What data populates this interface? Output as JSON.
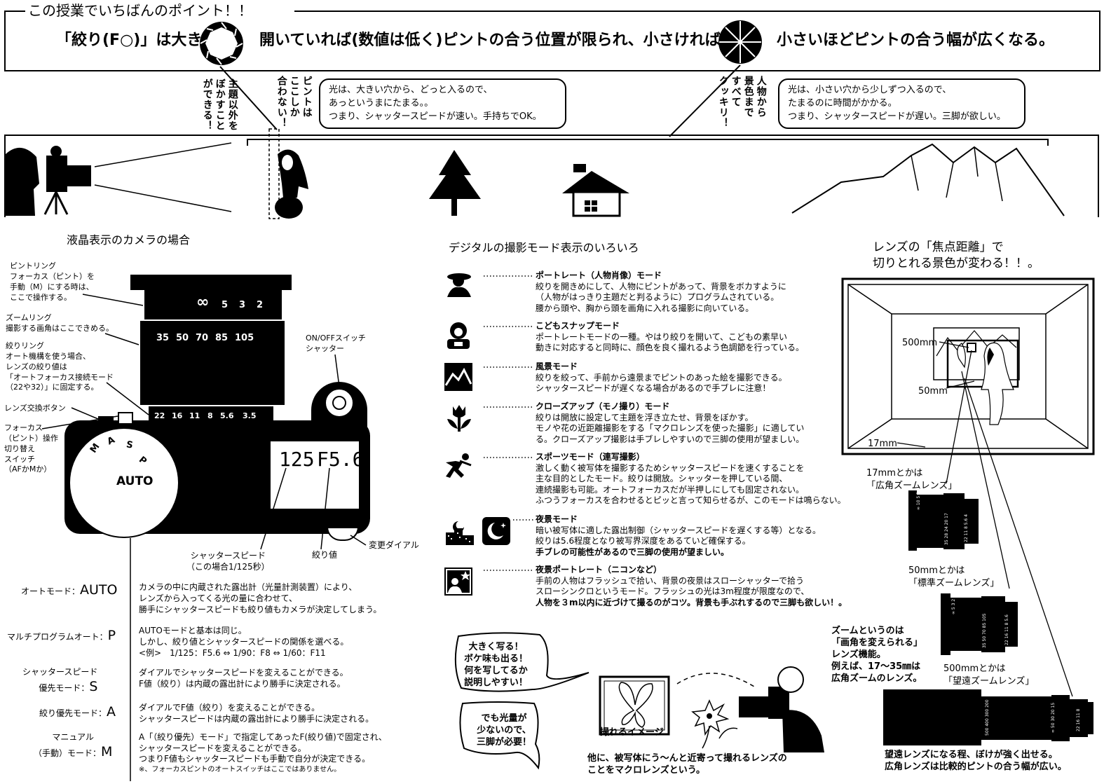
{
  "header": {
    "title": "この授業でいちばんのポイント！！",
    "main_a": "「絞り(F○)」は大きく",
    "main_b": "開いていれば(数値は低く)ピントの合う位置が限られ、小さければ",
    "main_c": "小さいほどピントの合う幅が広くなる。"
  },
  "vertical_notes": {
    "v1": "主題以外を",
    "v2": "ぼかすこと",
    "v3": "ができる！",
    "v4": "ピントは",
    "v5": "ここしか",
    "v6": "合わない！",
    "v7": "人物から",
    "v8": "景色まで",
    "v9": "すべて",
    "v10": "クッキリ！"
  },
  "bubbles": {
    "left": [
      "光は、大きい穴から、どっと入るので、",
      "あっというまにたまる。。",
      "つまり、シャッタースピードが速い。手持ちでOK。"
    ],
    "right": [
      "光は、小さい穴から少しずつ入るので、",
      "たまるのに時間がかかる。",
      "つまり、シャッタースピードが遅い。三脚が欲しい。"
    ]
  },
  "camera": {
    "heading": "液晶表示のカメラの場合",
    "focus_ring": [
      "ピントリング",
      "フォーカス（ピント）を",
      "手動（M）にする時は、",
      "ここで操作する。"
    ],
    "zoom_ring": [
      "ズームリング",
      "撮影する画角はここできめる。"
    ],
    "aperture_ring": [
      "絞りリング",
      "オート機構を使う場合、",
      "レンズの絞り値は",
      "「オートフォーカス接続モード",
      "（22や32）」に固定する。"
    ],
    "lens_release": "レンズ交換ボタン",
    "focus_switch": [
      "フォーカス",
      "（ピント）操作",
      "切り替え",
      "スイッチ",
      "（AFかMか）"
    ],
    "onoff": [
      "ON/OFFスイッチ",
      "シャッター"
    ],
    "focus_scale": [
      "∞",
      "5",
      "3",
      "2"
    ],
    "zoom_scale": [
      "35",
      "50",
      "70",
      "85",
      "105"
    ],
    "aperture_scale": [
      "22",
      "16",
      "11",
      "8",
      "5.6",
      "3.5"
    ],
    "dial_letters": [
      "M",
      "A",
      "S",
      "P"
    ],
    "dial_auto": "AUTO",
    "lcd_shutter": "125",
    "lcd_fnum": "F5.6",
    "shutter_label": [
      "シャッタースピード",
      "（この場合1/125秒）"
    ],
    "fvalue_label": "絞り値",
    "dial_label": "変更ダイアル"
  },
  "modes_table": [
    {
      "label_small": "オートモード：",
      "label_big": "AUTO",
      "lines": [
        "カメラの中に内蔵された露出計（光量計測装置）により、",
        "レンズから入ってくる光の量に合わせて、",
        "勝手にシャッタースピードも絞り値もカメラが決定してしまう。"
      ]
    },
    {
      "label_small": "マルチプログラムオート：",
      "label_big": "P",
      "lines": [
        "AUTOモードと基本は同じ。",
        "しかし、絞り値とシャッタースピードの関係を選べる。",
        "<例>　1/125：F5.6 ⇔ 1/90：F8 ⇔ 1/60：F11"
      ]
    },
    {
      "label_small": "シャッタースピード",
      "label_small2": "優先モード：",
      "label_big": "S",
      "lines": [
        "ダイアルでシャッタースピードを変えることができる。",
        "F値（絞り）は内蔵の露出計により勝手に決定される。"
      ]
    },
    {
      "label_small": "絞り優先モード：",
      "label_big": "A",
      "lines": [
        "ダイアルでF値（絞り）を変えることができる。",
        "シャッタースピードは内蔵の露出計により勝手に決定される。"
      ]
    },
    {
      "label_small": "マニュアル",
      "label_small2": "（手動）モード：",
      "label_big": "M",
      "lines": [
        "A「（絞り優先）モード」で指定してあったF(絞り値)で固定され、",
        "シャッタースピードを変えることができる。",
        "つまりF値もシャッタースピードも手動で自分が決定できる。",
        "※、フォーカスピントのオートスイッチはここではありません。"
      ]
    }
  ],
  "digital": {
    "heading": "デジタルの撮影モード表示のいろいろ",
    "modes": [
      {
        "icon": "portrait-icon",
        "title": "ポートレート（人物肖像）モード",
        "lines": [
          "絞りを開きめにして、人物にピントがあって、背景をボカすように",
          "（人物がはっきり主題だと判るように）プログラムされている。",
          "腰から頭や、胸から頭を画角に入れる撮影に向いている。"
        ]
      },
      {
        "icon": "child-snap-icon",
        "title": "こどもスナップモード",
        "lines": [
          "ポートレートモードの一種。やはり絞りを開いて、こどもの素早い",
          "動きに対応すると同時に、顔色を良く撮れるよう色調節を行っている。"
        ]
      },
      {
        "icon": "landscape-icon",
        "title": "風景モード",
        "lines": [
          "絞りを絞って、手前から遠景までピントのあった絵を撮影できる。",
          "シャッタースピードが遅くなる場合があるので手ブレに注意！"
        ]
      },
      {
        "icon": "tulip-icon",
        "title": "クローズアップ（モノ撮り）モード",
        "lines": [
          "絞りは開放に設定して主題を浮き立たせ、背景をぼかす。",
          "モノや花の近距離撮影をする「マクロレンズを使った撮影」に適してい",
          "る。クローズアップ撮影は手ブレしやすいので三脚の使用が望ましい。"
        ]
      },
      {
        "icon": "sports-icon",
        "title": "スポーツモード（連写撮影）",
        "lines": [
          "激しく動く被写体を撮影するためシャッタースピードを速くすることを",
          "主な目的としたモード。絞りは開放。シャッターを押している間、",
          "連続撮影も可能。オートフォーカスだが半押しにしても固定されない。",
          "ふつうフォーカスを合わせるとピッと言って知らせるが、このモードは鳴らない。"
        ]
      },
      {
        "icon": "night-icon",
        "title": "夜景モード",
        "lines": [
          "暗い被写体に適した露出制御（シャッタースピードを遅くする等）となる。",
          "絞りは5.6程度となり被写界深度をあるていど確保する。",
          "手ブレの可能性があるので三脚の使用が望ましい。"
        ]
      },
      {
        "icon": "night-portrait-icon",
        "title": "夜景ポートレート（ニコンなど）",
        "lines": [
          "手前の人物はフラッシュで拾い、背景の夜景はスローシャッターで拾う",
          "スローシンクロというモード。フラッシュの光は3m程度が限度なので、",
          "人物を３m以内に近づけて撮るのがコツ。背景も手ぶれするので三脚も欲しい！。"
        ]
      }
    ]
  },
  "macro": {
    "bubble1": [
      "大きく写る！",
      "ボケ味も出る！",
      "何を写してるか",
      "説明しやすい！"
    ],
    "bubble2": [
      "でも光量が",
      "少ないので、",
      "三脚が必要！"
    ],
    "image_label": "撮れるイメージ",
    "caption": [
      "他に、被写体にう～んと近寄って撮れるレンズの",
      "ことをマクロレンズという。"
    ]
  },
  "lens": {
    "heading": [
      "レンズの「焦点距離」で",
      "切りとれる景色が変わる！！。"
    ],
    "label_500": "500mm",
    "label_50": "50mm",
    "label_17": "17mm",
    "wide": [
      "17mmとかは",
      "「広角ズームレンズ」"
    ],
    "standard": [
      "50mmとかは",
      "「標準ズームレンズ」"
    ],
    "tele": [
      "500mmとかは",
      "「望遠ズームレンズ」"
    ],
    "zoom_note": [
      "ズームというのは",
      "「画角を変えられる」",
      "レンズ機能。",
      "例えば、17～35㎜は",
      "広角ズームのレンズ。"
    ],
    "footer": [
      "望遠レンズになる程、ぼけが強く出せる。",
      "広角レンズは比較的ピントの合う幅が広い。"
    ]
  }
}
